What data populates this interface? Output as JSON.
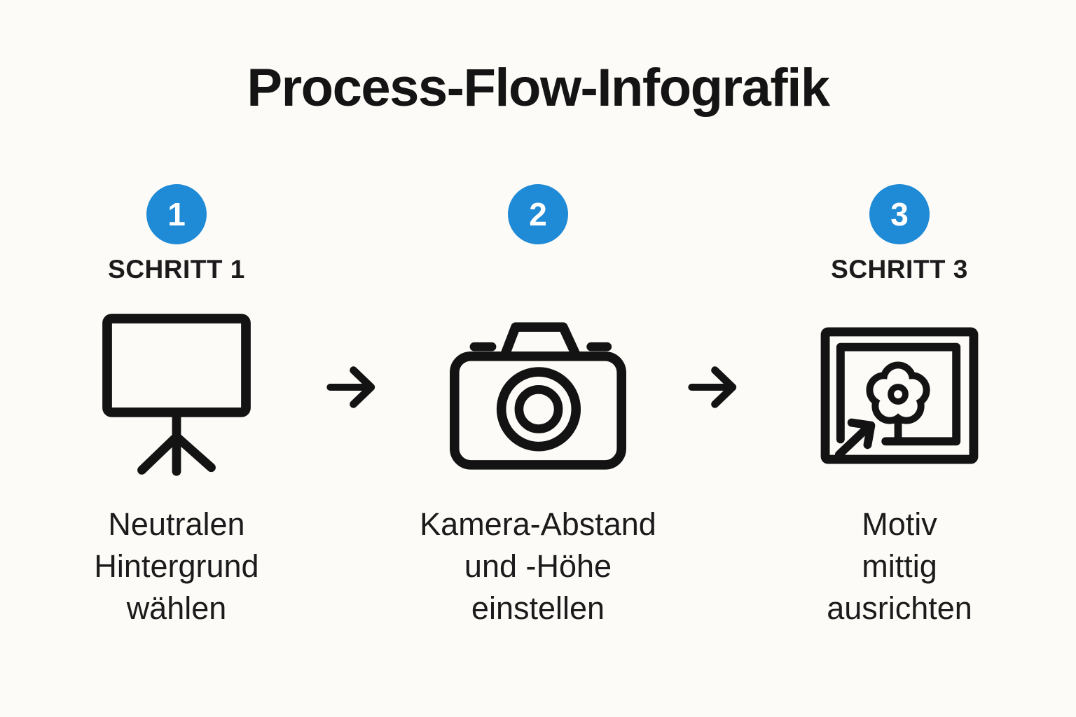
{
  "title": "Process-Flow-Infografik",
  "colors": {
    "accent_blue": "#1F8AD6",
    "icon_black": "#131313",
    "background": "#FCFBF8"
  },
  "steps": [
    {
      "number": "1",
      "label": "SCHRITT 1",
      "icon": "presentation-board-icon",
      "caption_lines": [
        "Neutralen",
        "Hintergrund",
        "wählen"
      ]
    },
    {
      "number": "2",
      "label": "",
      "icon": "camera-icon",
      "caption_lines": [
        "Kamera-Abstand",
        "und -Höhe",
        "einstellen"
      ]
    },
    {
      "number": "3",
      "label": "SCHRITT 3",
      "icon": "picture-frame-flower-icon",
      "caption_lines": [
        "Motiv",
        "mittig",
        "ausrichten"
      ]
    }
  ],
  "connectors": [
    {
      "icon": "right-arrow-icon"
    },
    {
      "icon": "right-arrow-icon"
    }
  ]
}
